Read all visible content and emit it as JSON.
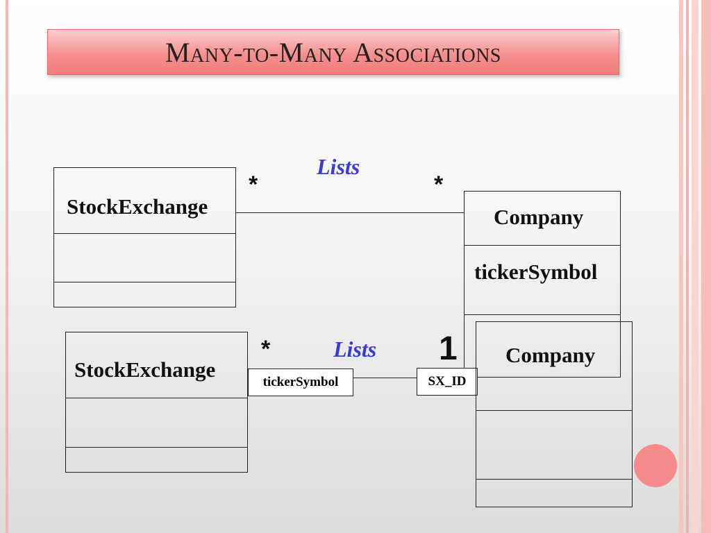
{
  "title": "Many-to-Many Associations",
  "colors": {
    "title_bar": "#f58f8f",
    "association_text": "#3a3ad6",
    "accent_dot": "#f58a8a",
    "stripe": "#f7b6b6"
  },
  "diagram_top": {
    "class_left": "StockExchange",
    "class_right": "Company",
    "class_right_attribute": "tickerSymbol",
    "association": "Lists",
    "multiplicity_left": "*",
    "multiplicity_right": "*"
  },
  "diagram_bottom": {
    "class_left": "StockExchange",
    "class_right": "Company",
    "association": "Lists",
    "qualifier_left": "tickerSymbol",
    "qualifier_right": "SX_ID",
    "multiplicity_left": "*",
    "multiplicity_right": "1"
  }
}
